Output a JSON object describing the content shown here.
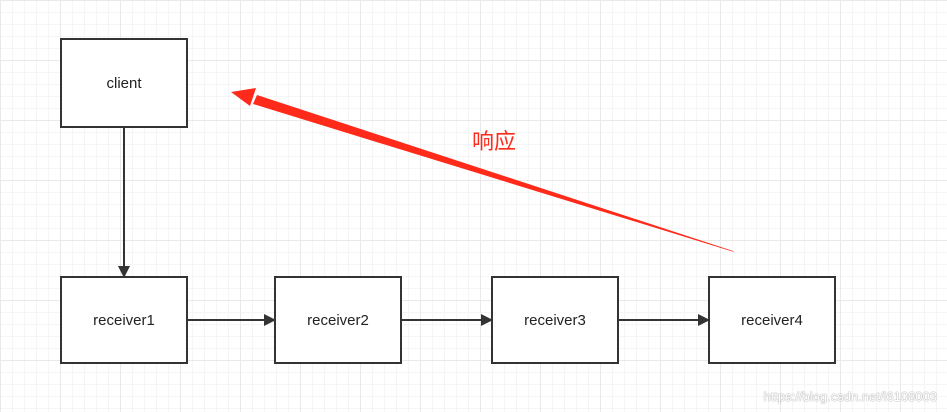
{
  "nodes": {
    "client": "client",
    "receiver1": "receiver1",
    "receiver2": "receiver2",
    "receiver3": "receiver3",
    "receiver4": "receiver4"
  },
  "edges": [
    {
      "from": "client",
      "to": "receiver1"
    },
    {
      "from": "receiver1",
      "to": "receiver2"
    },
    {
      "from": "receiver2",
      "to": "receiver3"
    },
    {
      "from": "receiver3",
      "to": "receiver4"
    }
  ],
  "response": {
    "label": "响应",
    "from": "receiver4",
    "to": "client",
    "color": "#ff2a1a"
  },
  "watermark": "https://blog.csdn.net/l6108003",
  "colors": {
    "box_border": "#333333",
    "box_fill": "#ffffff",
    "edge": "#333333"
  }
}
